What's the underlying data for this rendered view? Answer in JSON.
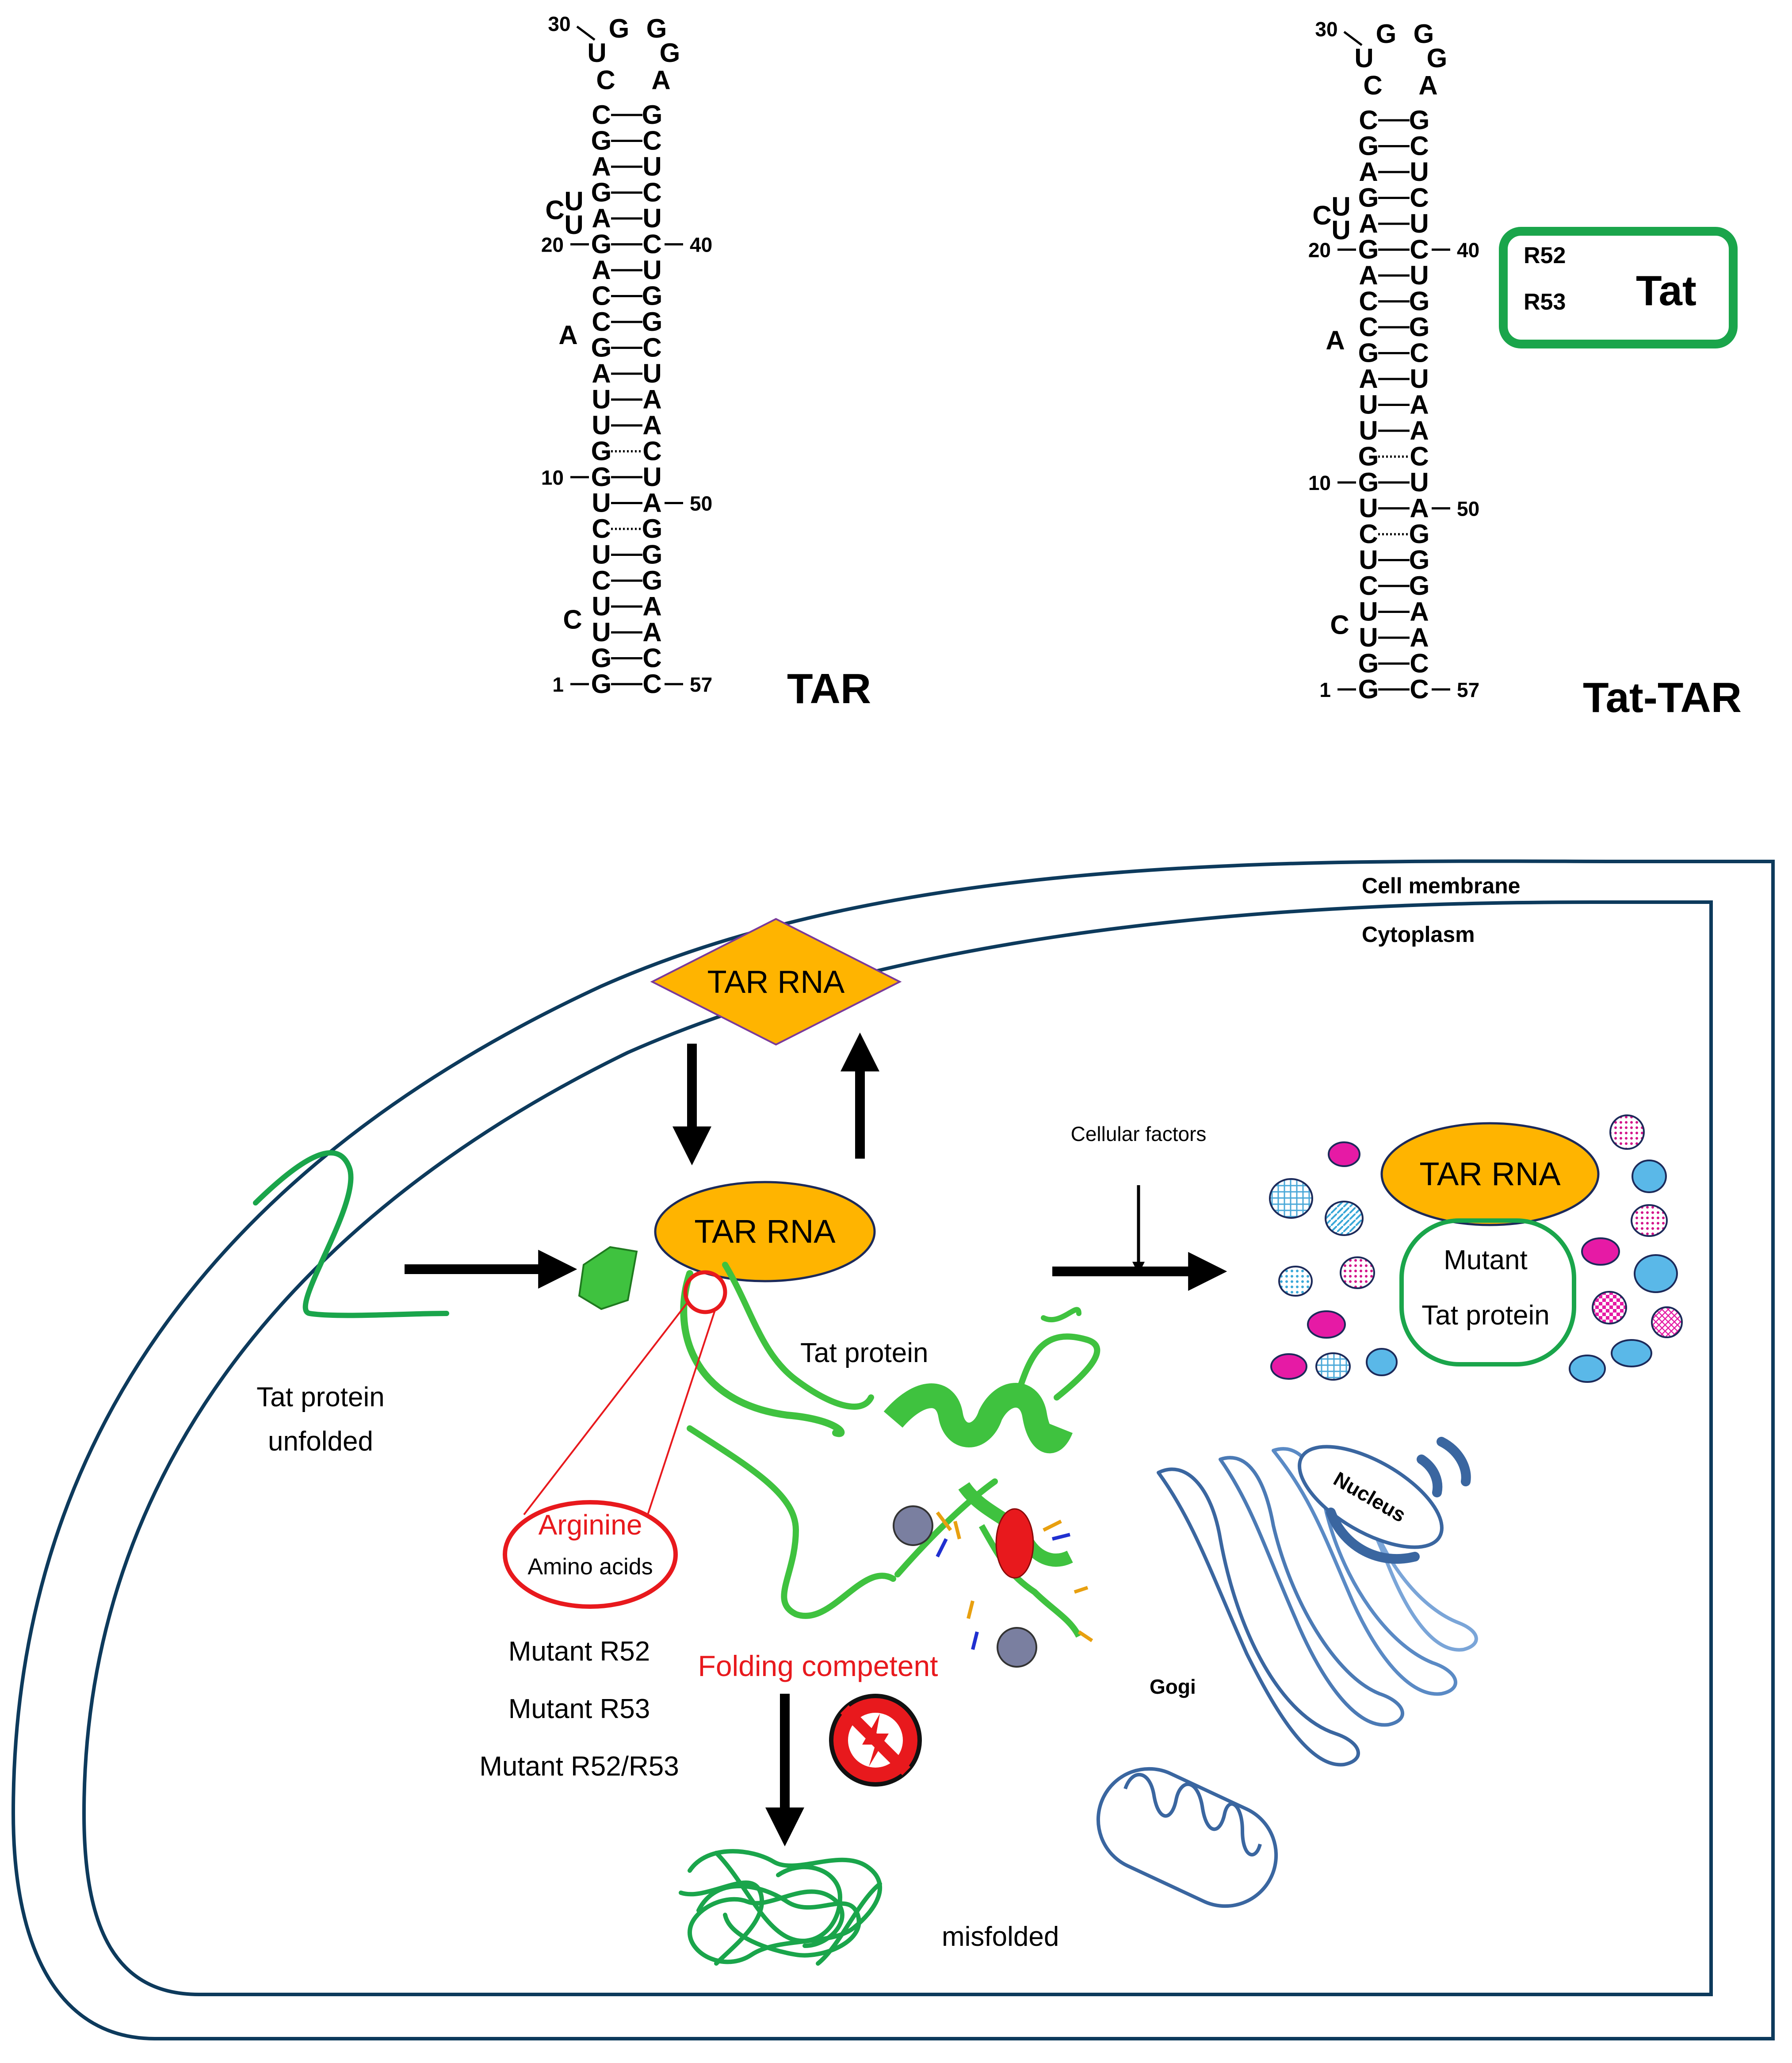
{
  "tar": {
    "title": "TAR",
    "loop": {
      "pos30": "30",
      "loop": [
        "U",
        "G",
        "G",
        "G"
      ],
      "c29": "C",
      "a35": "A"
    },
    "left": [
      "C",
      "G",
      "A",
      "G",
      "A",
      "G",
      "A",
      "C",
      "C",
      "G",
      "A",
      "U",
      "U",
      "G",
      "G",
      "U",
      "C",
      "U",
      "C",
      "U",
      "U",
      "G",
      "G"
    ],
    "right": [
      "G",
      "C",
      "U",
      "C",
      "U",
      "C",
      "U",
      "G",
      "G",
      "C",
      "U",
      "A",
      "A",
      "C",
      "U",
      "A",
      "G",
      "G",
      "G",
      "A",
      "A",
      "C",
      "C"
    ],
    "wobble_rows": [
      13,
      16
    ],
    "bulges": {
      "cu": [
        "C",
        "U"
      ],
      "u": "U",
      "a": "A",
      "c": "C"
    },
    "markers": {
      "n20": "20",
      "n40": "40",
      "n10": "10",
      "n50": "50",
      "n1": "1",
      "n57": "57"
    }
  },
  "tat_tar": {
    "title": "Tat-TAR",
    "box": {
      "r52": "R52",
      "r53": "R53",
      "tat": "Tat",
      "color": "#1aa54b"
    }
  },
  "cell": {
    "membrane_label": "Cell membrane",
    "cytoplasm_label": "Cytoplasm",
    "tar_rna_diamond": "TAR RNA",
    "tar_rna_center": "TAR RNA",
    "tar_rna_right": "TAR RNA",
    "cellular_factors": "Cellular factors",
    "tat_unfolded": [
      "Tat protein",
      "unfolded"
    ],
    "tat_protein": "Tat protein",
    "arginine": "Arginine",
    "amino_acids": "Amino acids",
    "mutants": [
      "Mutant R52",
      "Mutant R53",
      "Mutant R52/R53"
    ],
    "folding_competent": "Folding competent",
    "misfolded": "misfolded",
    "mutant_tat": [
      "Mutant",
      "Tat protein"
    ],
    "nucleus": "Nucleus",
    "golgi": "Gogi",
    "colors": {
      "membrane": "#0d3a5c",
      "tar_rna_fill": "#ffb400",
      "tat_green": "#1aa54b",
      "helix_green": "#3fc23f",
      "red": "#e8191d",
      "magenta": "#e61aa5",
      "blue": "#5ab8e8",
      "organelle": "#3a66a0"
    }
  }
}
